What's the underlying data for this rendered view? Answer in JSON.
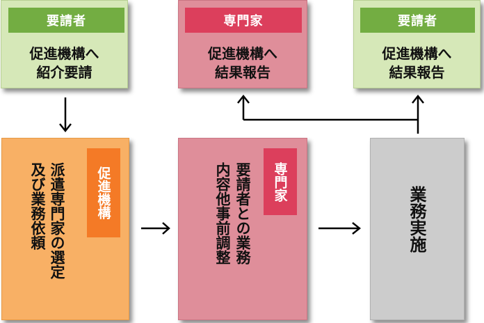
{
  "top": [
    {
      "tag": "要請者",
      "line1": "促進機構へ",
      "line2": "紹介要請"
    },
    {
      "tag": "専門家",
      "line1": "促進機構へ",
      "line2": "結果報告"
    },
    {
      "tag": "要請者",
      "line1": "促進機構へ",
      "line2": "結果報告"
    }
  ],
  "bottom": {
    "promo": {
      "tag": "促進機構",
      "col1": "派遣専門家の選定",
      "col2": "及び業務依頼"
    },
    "expert": {
      "tag": "専門家",
      "col1": "要請者との業務",
      "col2": "内容他事前調整"
    },
    "exec": {
      "label": "業務実施"
    }
  },
  "colors": {
    "green_bg": "#d6e8b8",
    "green_tag": "#73ad42",
    "pink_bg": "#df8e9a",
    "pink_tag": "#dc3f5c",
    "orange_bg": "#f8b065",
    "orange_tag": "#f47a26",
    "gray_bg": "#cccccc"
  }
}
